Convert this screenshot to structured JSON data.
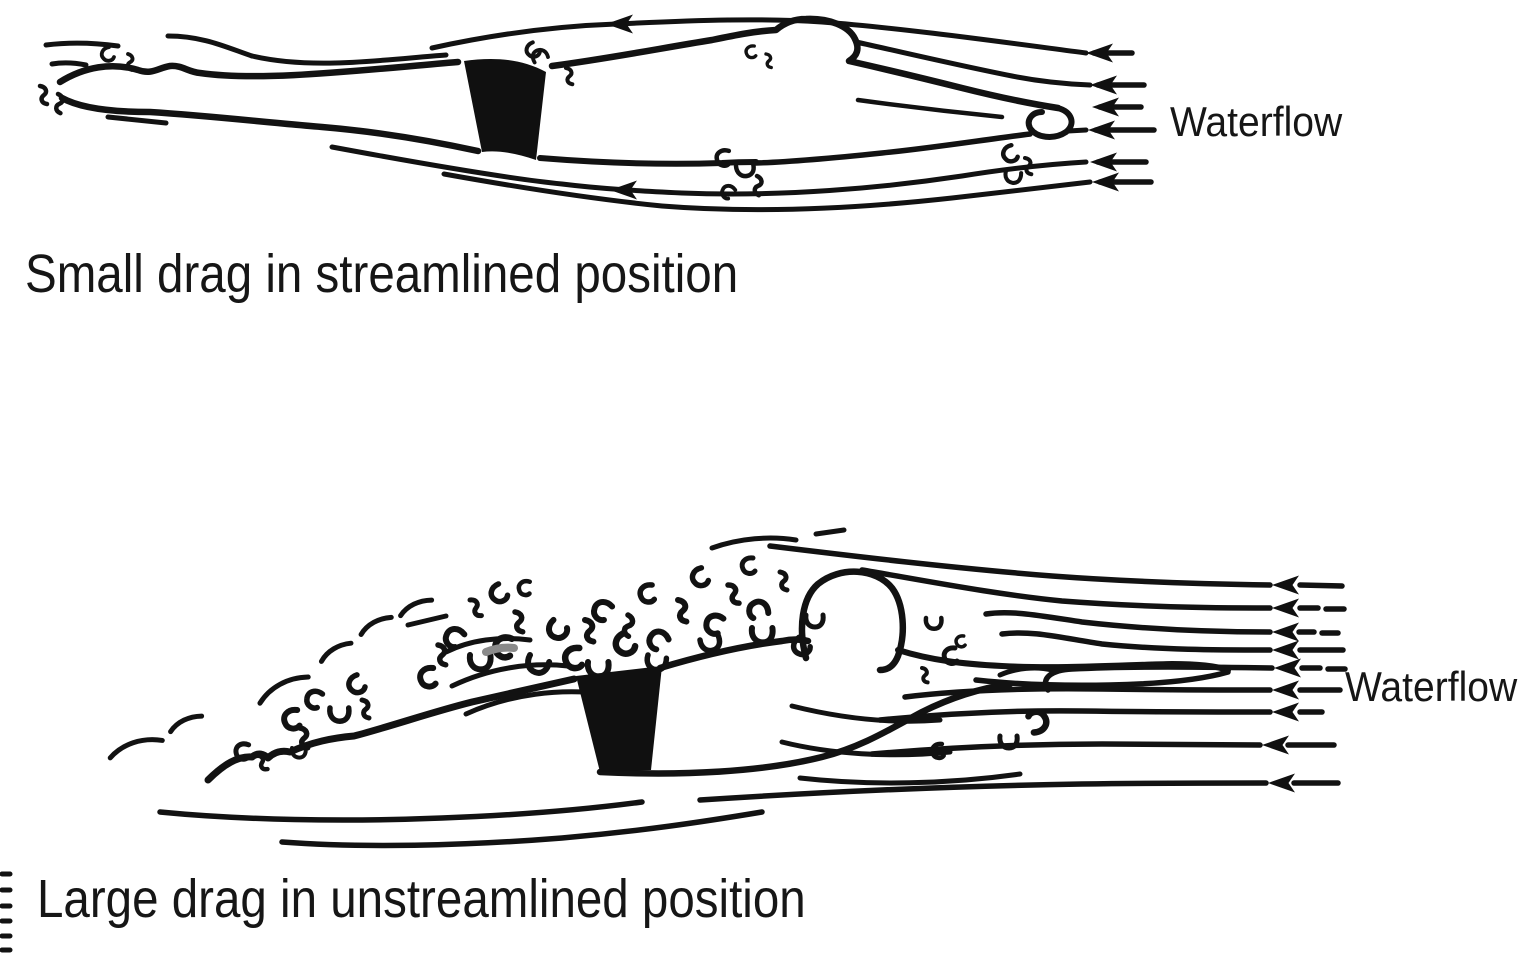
{
  "illustration": {
    "background_color": "#ffffff",
    "ink_color": "#121212",
    "figures": [
      {
        "id": "streamlined",
        "swimmer_position": "streamlined",
        "caption": "Small drag in streamlined position",
        "flow_label": "Waterflow",
        "flow_direction": "right-to-left",
        "flow_arrow_count": 6,
        "drag_level": "small"
      },
      {
        "id": "unstreamlined",
        "swimmer_position": "unstreamlined",
        "caption": "Large drag in unstreamlined position",
        "flow_label": "Waterflow",
        "flow_direction": "right-to-left",
        "flow_arrow_count": 9,
        "drag_level": "large"
      }
    ]
  }
}
